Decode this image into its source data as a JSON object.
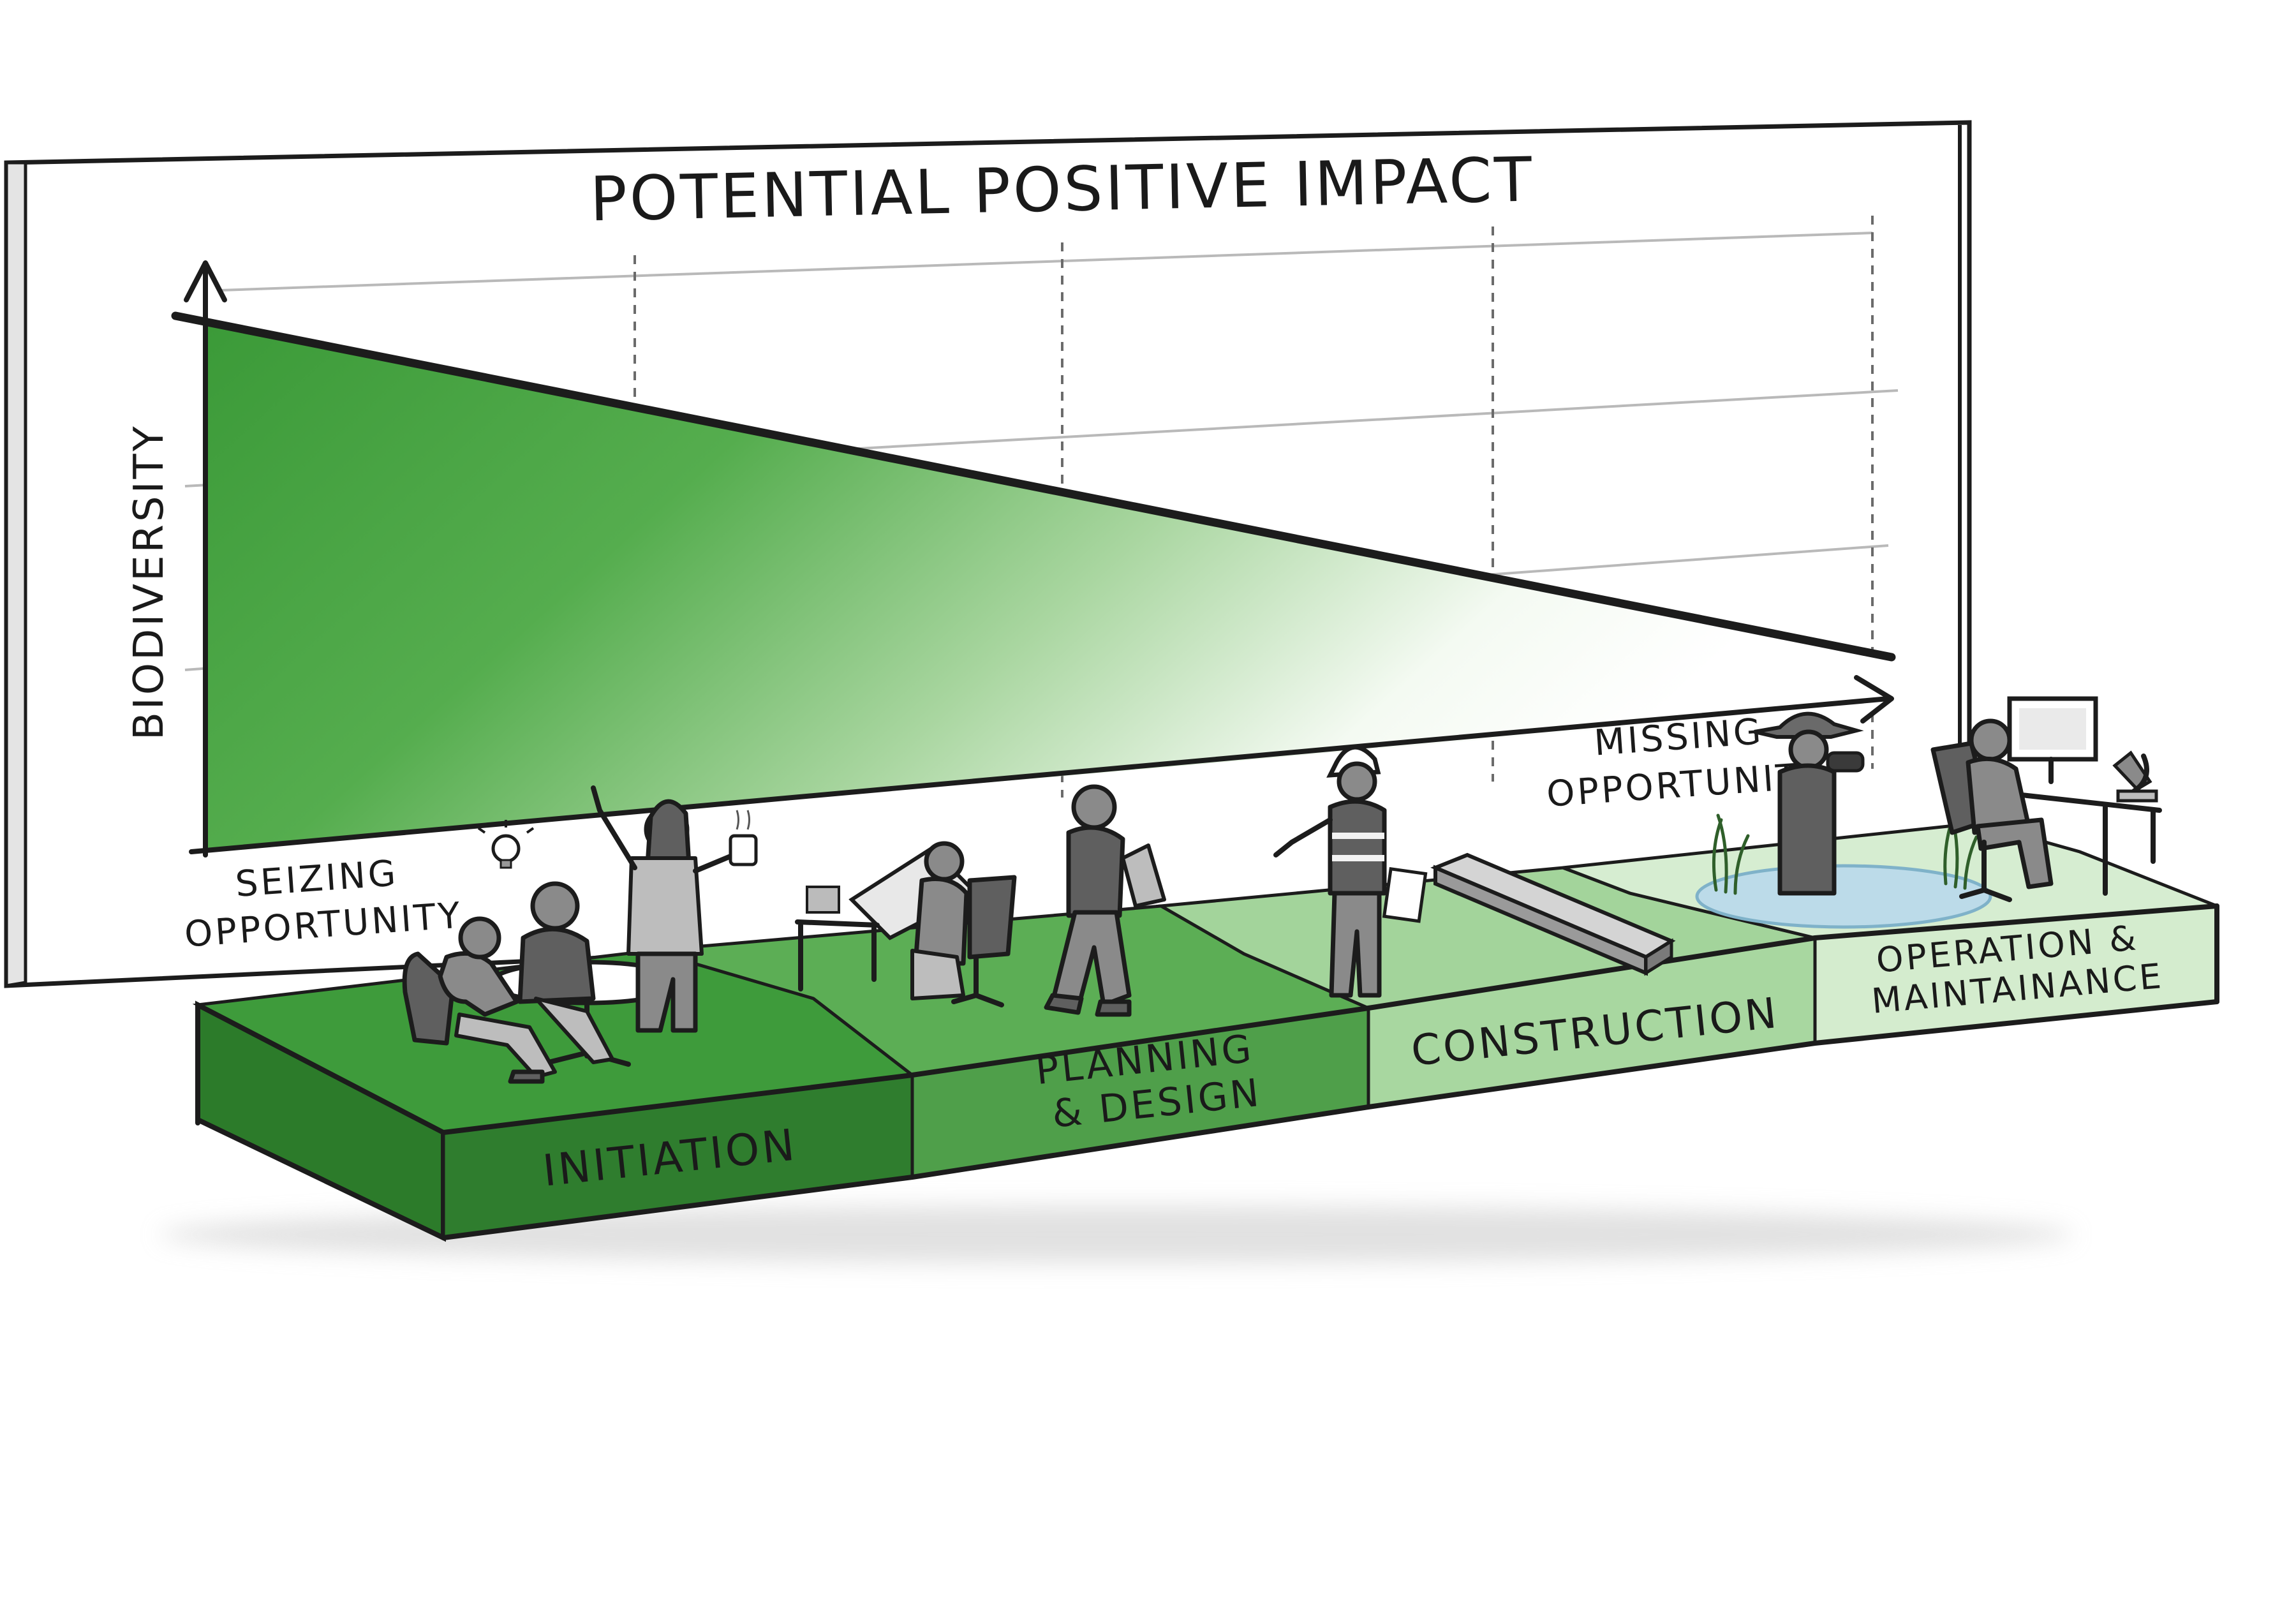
{
  "title": "POTENTIAL POSITIVE IMPACT",
  "y_axis_label": "BIODIVERSITY",
  "annotations": {
    "start": [
      "SEIZING",
      "OPPORTUNITY"
    ],
    "end": [
      "MISSING",
      "OPPORTUNITY"
    ]
  },
  "phases": [
    {
      "lines": [
        "INITIATION"
      ],
      "color": "#3e9b3b",
      "front_color": "#2f7d2e"
    },
    {
      "lines": [
        "PLANNING",
        "& DESIGN"
      ],
      "color": "#5cae55",
      "front_color": "#4f9f4a"
    },
    {
      "lines": [
        "CONSTRUCTION"
      ],
      "color": "#a3d49b",
      "front_color": "#a8d7a0"
    },
    {
      "lines": [
        "OPERATION &",
        "MAINTAINANCE"
      ],
      "color": "#d6edd1",
      "front_color": "#d4ecce"
    }
  ],
  "trend": {
    "direction": "decreasing",
    "gradient_start": "#3b9a38",
    "gradient_end": "#ffffff"
  },
  "icons": [
    "meeting-people-icon",
    "lightbulb-icon",
    "coffee-mug-icon",
    "drafting-desk-icon",
    "walking-engineer-icon",
    "construction-worker-icon",
    "steel-beam-icon",
    "pond-icon",
    "binoculars-ranger-icon",
    "computer-desk-icon",
    "microscope-icon"
  ]
}
